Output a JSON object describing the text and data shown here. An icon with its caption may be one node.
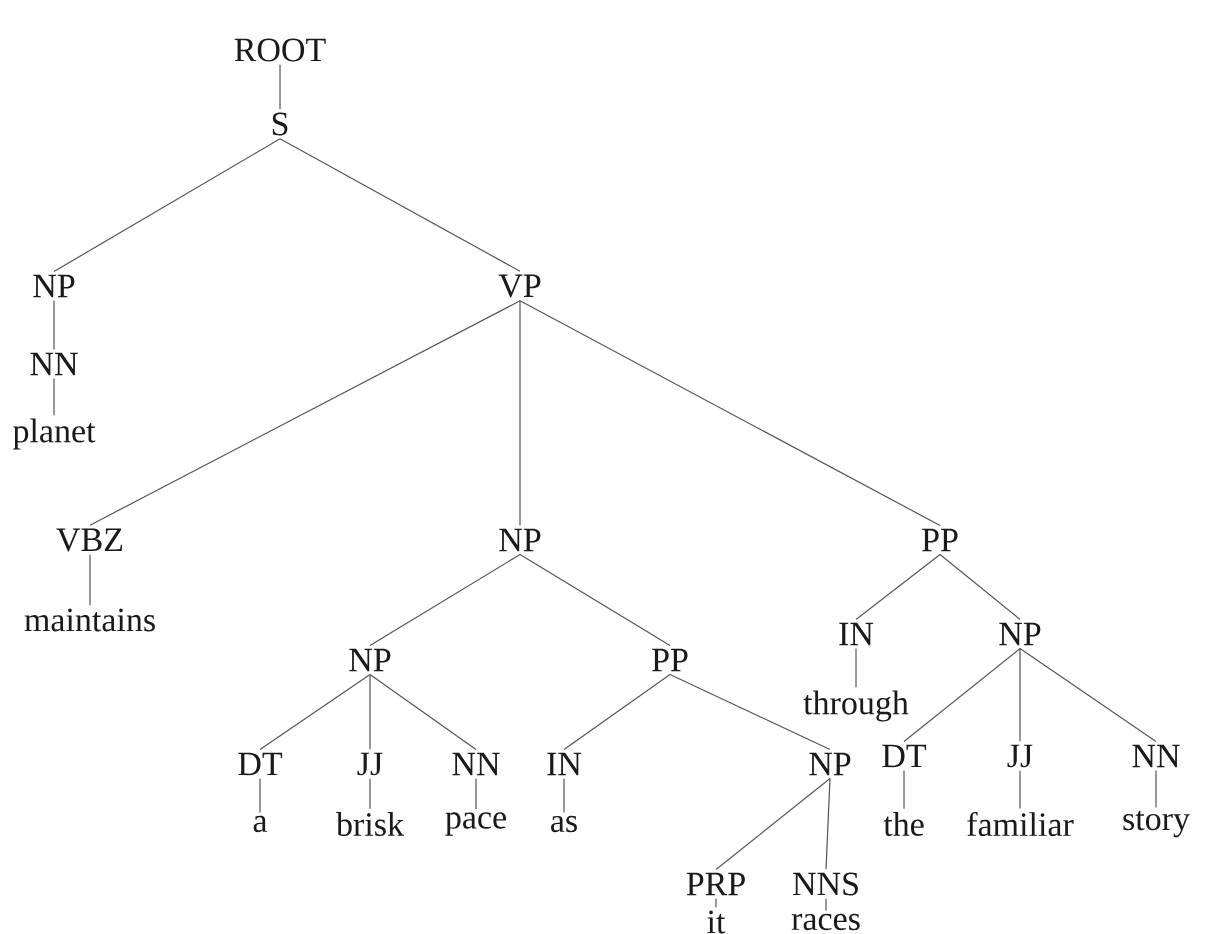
{
  "diagram": {
    "nodes": [
      {
        "text": [
          "ROOT"
        ]
      },
      {
        "text": [
          "S"
        ]
      },
      {
        "text": [
          "NP"
        ]
      },
      {
        "text": [
          "VP"
        ]
      },
      {
        "text": [
          "NN"
        ]
      },
      {
        "text": [
          "planet"
        ]
      },
      {
        "text": [
          "VBZ"
        ]
      },
      {
        "text": [
          "NP"
        ]
      },
      {
        "text": [
          "PP"
        ]
      },
      {
        "text": [
          "maintains"
        ]
      },
      {
        "text": [
          "IN"
        ]
      },
      {
        "text": [
          "NP"
        ]
      },
      {
        "text": [
          "NP"
        ]
      },
      {
        "text": [
          "PP"
        ]
      },
      {
        "text": [
          "through"
        ]
      },
      {
        "text": [
          "DT"
        ]
      },
      {
        "text": [
          "JJ"
        ]
      },
      {
        "text": [
          "NN"
        ]
      },
      {
        "text": [
          "DT"
        ]
      },
      {
        "text": [
          "JJ"
        ]
      },
      {
        "text": [
          "NN"
        ]
      },
      {
        "text": [
          "IN"
        ]
      },
      {
        "text": [
          "NP"
        ]
      },
      {
        "text": [
          "a"
        ]
      },
      {
        "text": [
          "brisk"
        ]
      },
      {
        "text": [
          "pace"
        ]
      },
      {
        "text": [
          "as"
        ]
      },
      {
        "text": [
          "the"
        ]
      },
      {
        "text": [
          "familiar"
        ]
      },
      {
        "text": [
          "story"
        ]
      },
      {
        "text": [
          "PRP"
        ]
      },
      {
        "text": [
          "NNS"
        ]
      },
      {
        "text": [
          "it"
        ]
      },
      {
        "text": [
          "races"
        ]
      }
    ],
    "edges": [
      {
        "from": 0,
        "to": 1,
        "arrow": "none"
      },
      {
        "from": 1,
        "to": 2,
        "arrow": "none"
      },
      {
        "from": 1,
        "to": 3,
        "arrow": "none"
      },
      {
        "from": 2,
        "to": 4,
        "arrow": "none"
      },
      {
        "from": 4,
        "to": 5,
        "arrow": "none"
      },
      {
        "from": 3,
        "to": 6,
        "arrow": "none"
      },
      {
        "from": 3,
        "to": 7,
        "arrow": "none"
      },
      {
        "from": 3,
        "to": 8,
        "arrow": "none"
      },
      {
        "from": 6,
        "to": 9,
        "arrow": "none"
      },
      {
        "from": 7,
        "to": 12,
        "arrow": "none"
      },
      {
        "from": 7,
        "to": 13,
        "arrow": "none"
      },
      {
        "from": 8,
        "to": 10,
        "arrow": "none"
      },
      {
        "from": 8,
        "to": 11,
        "arrow": "none"
      },
      {
        "from": 10,
        "to": 14,
        "arrow": "none"
      },
      {
        "from": 11,
        "to": 15,
        "arrow": "none"
      },
      {
        "from": 11,
        "to": 16,
        "arrow": "none"
      },
      {
        "from": 11,
        "to": 17,
        "arrow": "none"
      },
      {
        "from": 12,
        "to": 18,
        "arrow": "none"
      },
      {
        "from": 12,
        "to": 19,
        "arrow": "none"
      },
      {
        "from": 12,
        "to": 20,
        "arrow": "none"
      },
      {
        "from": 13,
        "to": 21,
        "arrow": "none"
      },
      {
        "from": 13,
        "to": 22,
        "arrow": "none"
      },
      {
        "from": 18,
        "to": 23,
        "arrow": "none"
      },
      {
        "from": 19,
        "to": 24,
        "arrow": "none"
      },
      {
        "from": 20,
        "to": 25,
        "arrow": "none"
      },
      {
        "from": 21,
        "to": 26,
        "arrow": "none"
      },
      {
        "from": 15,
        "to": 27,
        "arrow": "none"
      },
      {
        "from": 16,
        "to": 28,
        "arrow": "none"
      },
      {
        "from": 17,
        "to": 29,
        "arrow": "none"
      },
      {
        "from": 22,
        "to": 30,
        "arrow": "none"
      },
      {
        "from": 22,
        "to": 31,
        "arrow": "none"
      },
      {
        "from": 30,
        "to": 32,
        "arrow": "none"
      },
      {
        "from": 31,
        "to": 33,
        "arrow": "none"
      }
    ]
  }
}
